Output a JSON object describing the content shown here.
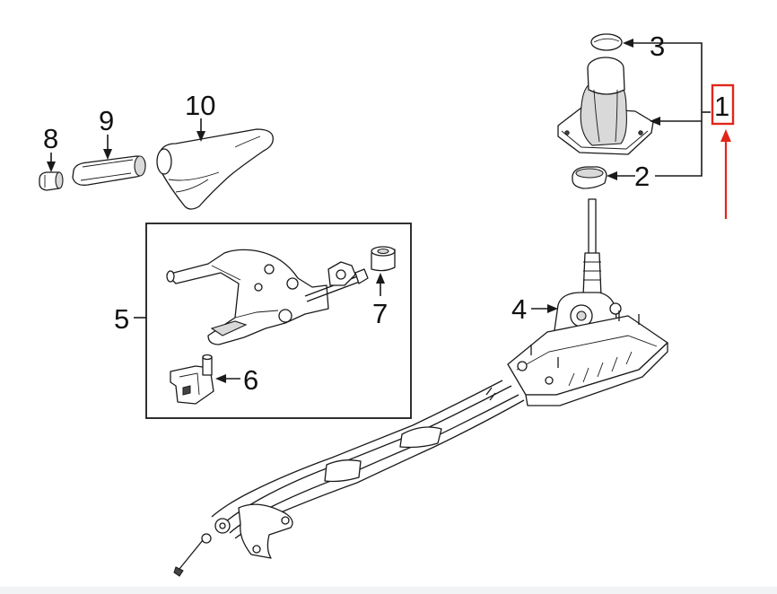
{
  "callouts": {
    "c1": "1",
    "c2": "2",
    "c3": "3",
    "c4": "4",
    "c5": "5",
    "c6": "6",
    "c7": "7",
    "c8": "8",
    "c9": "9",
    "c10": "10"
  },
  "colors": {
    "highlight": "#e0261b",
    "ink": "#1a1a1a",
    "background": "#ffffff"
  }
}
